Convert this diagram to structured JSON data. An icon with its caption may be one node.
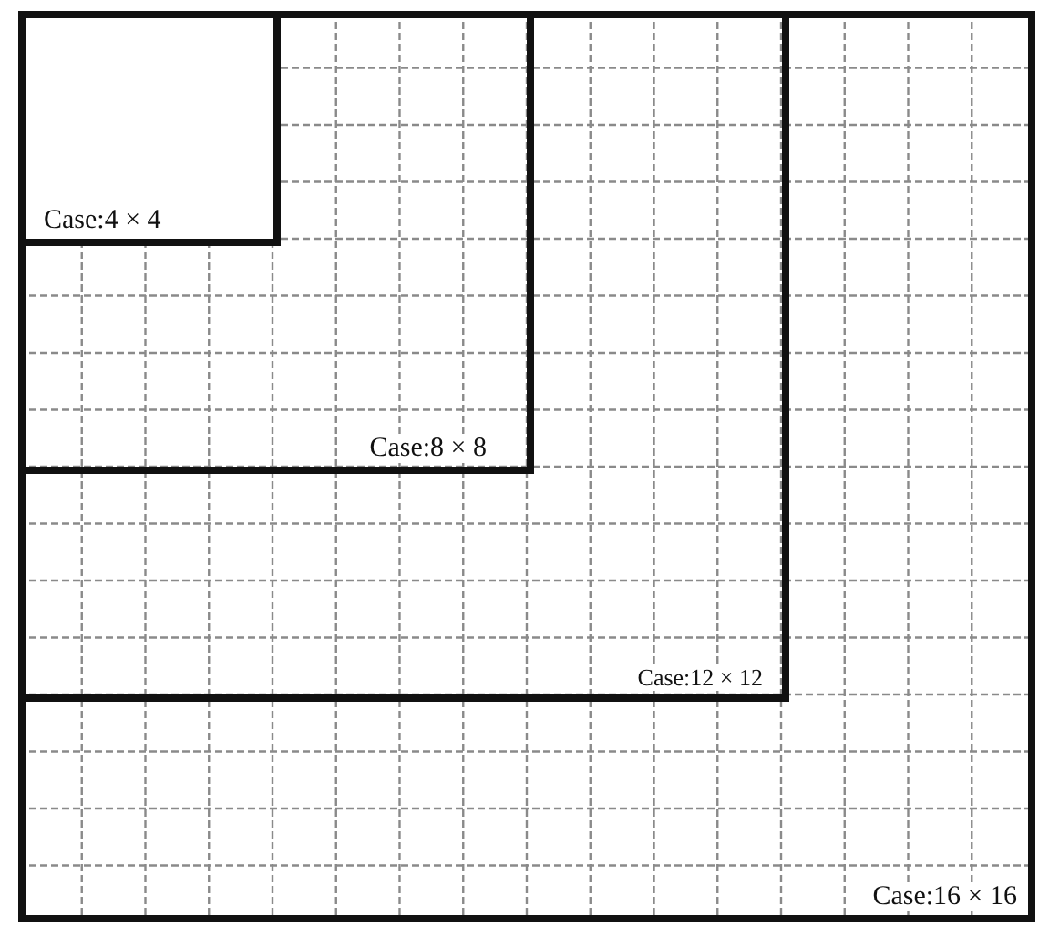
{
  "diagram": {
    "nodes": [
      {
        "text": [
          "Case:16 × 16"
        ]
      },
      {
        "text": [
          "Case:12 × 12"
        ],
        "in": 0
      },
      {
        "text": [
          "Case:8 × 8"
        ],
        "in": 1
      },
      {
        "text": [
          "Case:4 × 4"
        ],
        "in": 2
      }
    ]
  }
}
